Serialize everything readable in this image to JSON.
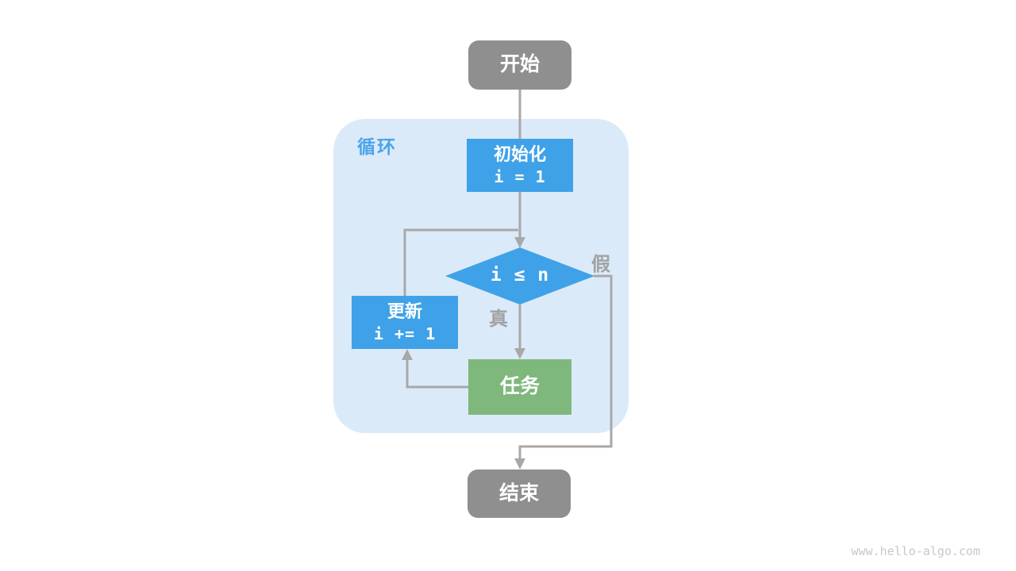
{
  "diagram": {
    "loop_container": {
      "label": "循环"
    },
    "nodes": {
      "start": {
        "label": "开始"
      },
      "init": {
        "label": "初始化",
        "code": "i = 1"
      },
      "condition": {
        "code": "i ≤ n"
      },
      "update": {
        "label": "更新",
        "code": "i += 1"
      },
      "task": {
        "label": "任务"
      },
      "end": {
        "label": "结束"
      }
    },
    "edge_labels": {
      "true": "真",
      "false": "假"
    },
    "watermark": "www.hello-algo.com",
    "colors": {
      "node_blue": "#3FA2E8",
      "node_green": "#7FB87D",
      "node_gray": "#8F8F8F",
      "loop_background": "#DBEAF8",
      "loop_label_blue": "#4BA4E8",
      "arrow_gray": "#A8A8A8",
      "branch_label_gray": "#A2A2A2",
      "watermark_gray": "#C8C8C8",
      "page_background": "#FFFFFF"
    }
  }
}
